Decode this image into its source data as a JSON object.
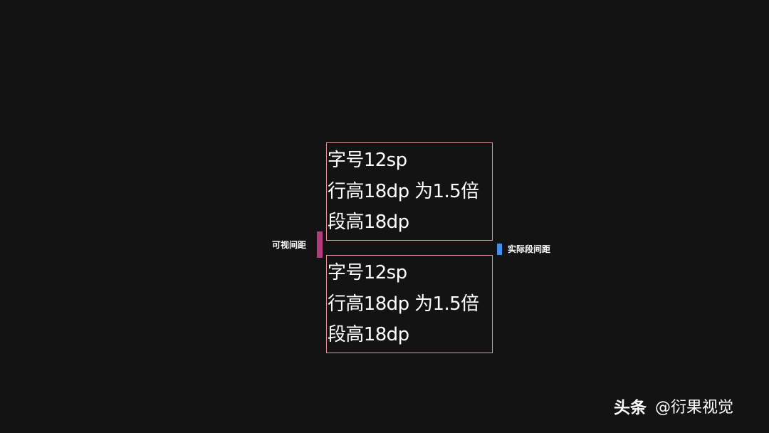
{
  "colors": {
    "background": "#141313",
    "block_border": "#e79a9e",
    "text": "#ffffff",
    "visible_gap_marker": "#b33a7d",
    "actual_gap_marker": "#3e8fee"
  },
  "blocks": [
    {
      "lines": [
        "字号12sp",
        "行高18dp 为1.5倍",
        "段高18dp"
      ]
    },
    {
      "lines": [
        "字号12sp",
        "行高18dp 为1.5倍",
        "段高18dp"
      ]
    }
  ],
  "annotations": {
    "visible_gap": "可视间距",
    "actual_gap": "实际段间距"
  },
  "watermark": {
    "brand": "头条",
    "account": "@衍果视觉"
  }
}
